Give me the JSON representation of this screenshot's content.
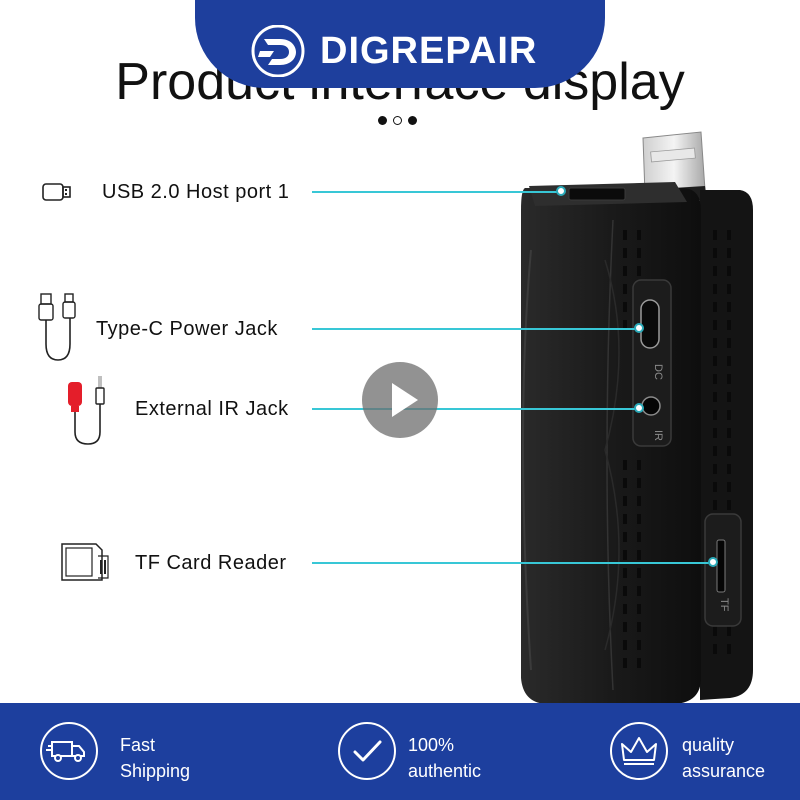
{
  "brand": {
    "name": "DIGREPAIR",
    "color": "#1e3f9d"
  },
  "header": {
    "title": "Product interface display"
  },
  "ports": [
    {
      "label": "USB 2.0 Host port 1",
      "icon": "usb-stick-icon"
    },
    {
      "label": "Type-C Power Jack",
      "icon": "usb-cable-icon"
    },
    {
      "label": "External IR Jack",
      "icon": "ir-cable-icon"
    },
    {
      "label": "TF Card Reader",
      "icon": "sd-card-icon"
    }
  ],
  "device": {
    "dc_label": "DC",
    "ir_label": "IR",
    "tf_label": "TF"
  },
  "callout_color": "#38c7d6",
  "footer": {
    "color": "#1d3f9e",
    "items": [
      {
        "line1": "Fast",
        "line2": "Shipping",
        "icon": "delivery-truck-icon"
      },
      {
        "line1": "100%",
        "line2": "authentic",
        "icon": "checkmark-icon"
      },
      {
        "line1": "quality",
        "line2": "assurance",
        "icon": "crown-icon"
      }
    ]
  }
}
